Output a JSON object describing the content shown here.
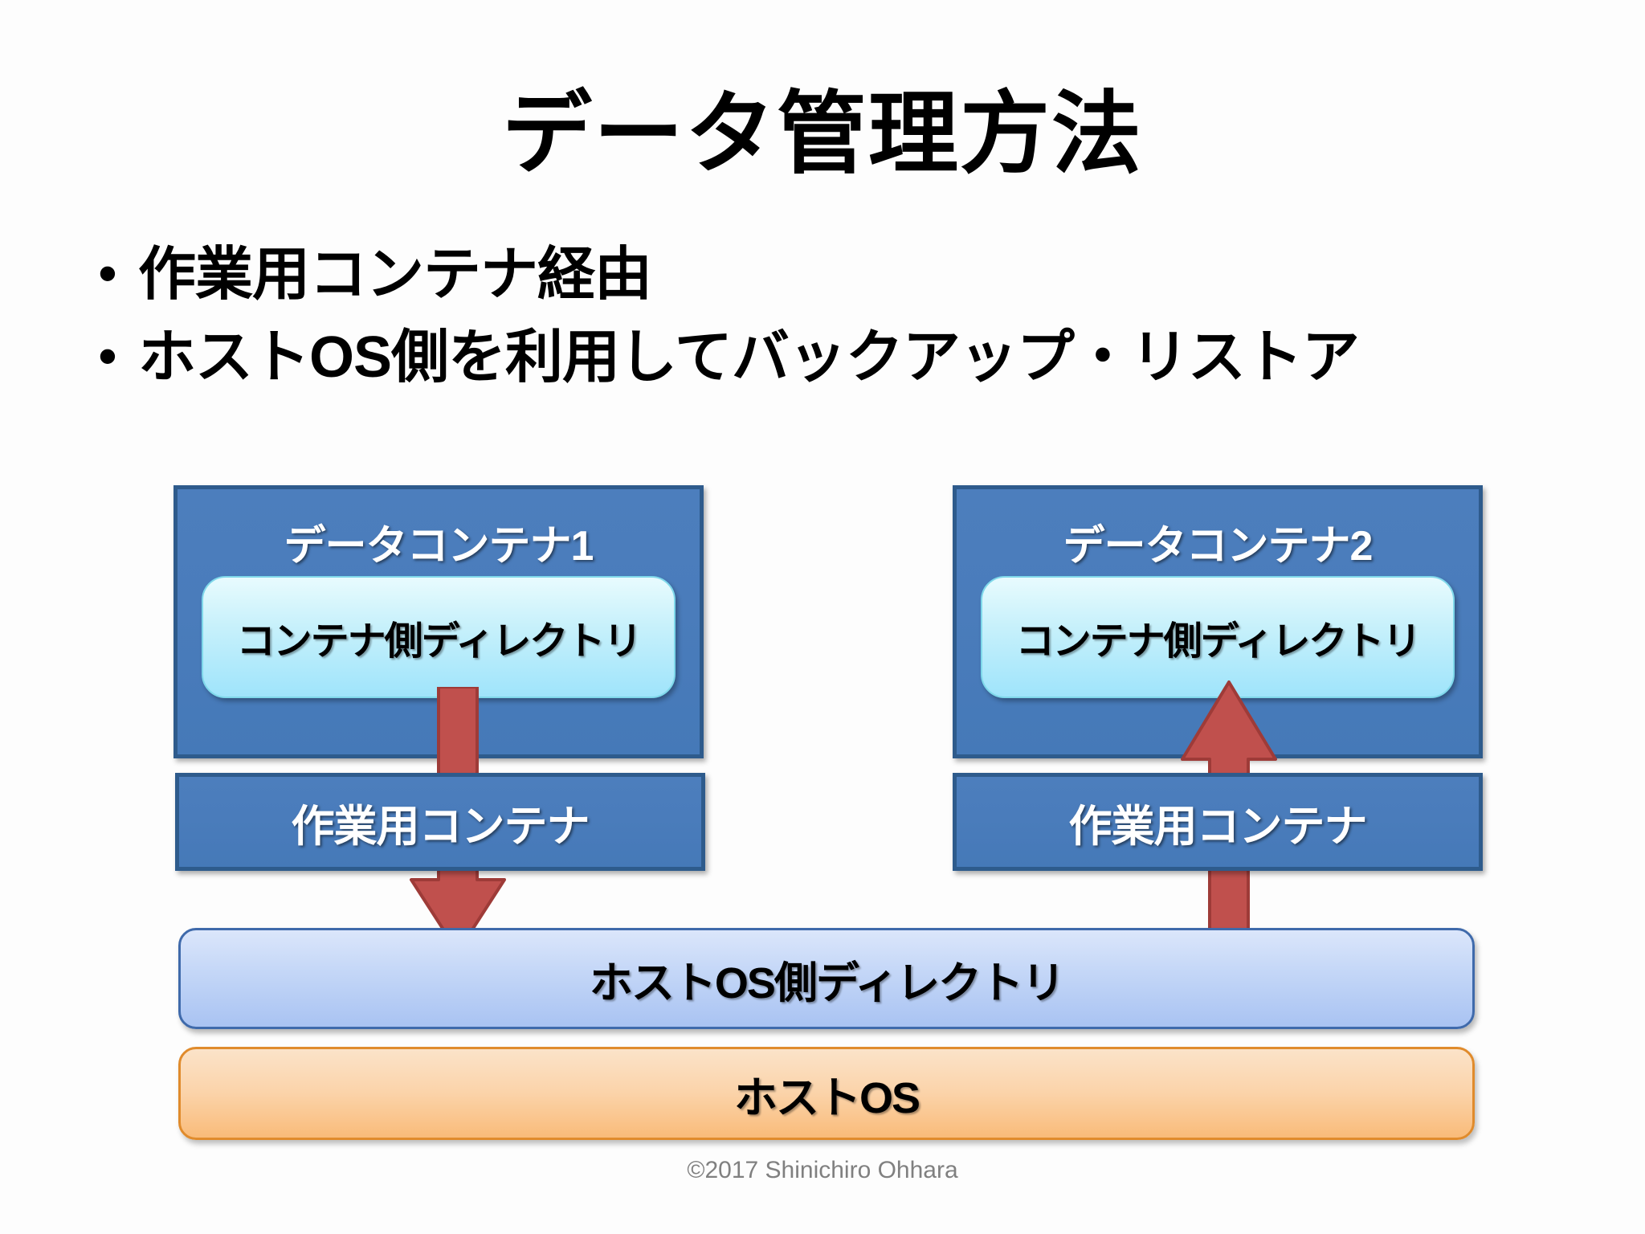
{
  "slide": {
    "title": "データ管理方法",
    "bullet_marker": "•",
    "bullets": [
      "作業用コンテナ経由",
      "ホストOS側を利用してバックアップ・リストア"
    ],
    "footer": "©2017 Shinichiro Ohhara"
  },
  "diagram": {
    "left": {
      "data_container_title": "データコンテナ1",
      "inner_directory": "コンテナ側ディレクトリ",
      "work_container": "作業用コンテナ",
      "arrow_direction": "down"
    },
    "right": {
      "data_container_title": "データコンテナ2",
      "inner_directory": "コンテナ側ディレクトリ",
      "work_container": "作業用コンテナ",
      "arrow_direction": "up"
    },
    "host_directory": "ホストOS側ディレクトリ",
    "host_os": "ホストOS"
  },
  "colors": {
    "container_fill": "#4a7cbb",
    "container_border": "#2e5b8c",
    "inner_dir_fill": "#c8f1fb",
    "host_dir_fill": "#c3d6f7",
    "host_dir_border": "#3f6aab",
    "host_os_fill": "#fbd3a9",
    "host_os_border": "#e08b2c",
    "arrow_fill": "#c0504d",
    "arrow_border": "#9e3b38",
    "title_text": "#000000",
    "footer_text": "#808080"
  }
}
